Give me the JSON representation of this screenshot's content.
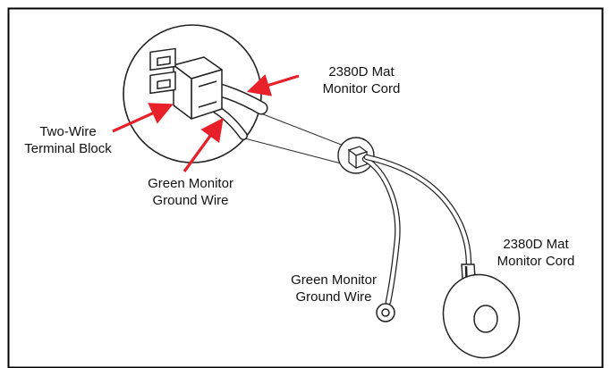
{
  "callouts": {
    "terminal_block": {
      "line1": "Two-Wire",
      "line2": "Terminal Block"
    },
    "ground_wire_detail": {
      "line1": "Green Monitor",
      "line2": "Ground Wire"
    },
    "mat_cord_detail": {
      "line1": "2380D Mat",
      "line2": "Monitor Cord"
    },
    "ground_wire_main": {
      "line1": "Green Monitor",
      "line2": "Ground Wire"
    },
    "mat_cord_main": {
      "line1": "2380D Mat",
      "line2": "Monitor Cord"
    }
  },
  "colors": {
    "arrow": "#e8202a",
    "frame": "#000000",
    "drawing": "#2a2a2a"
  }
}
